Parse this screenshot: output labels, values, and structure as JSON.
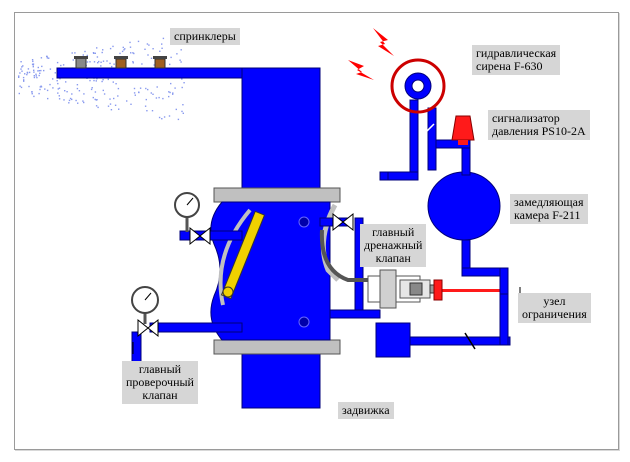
{
  "labels": {
    "sprinklers": "спринклеры",
    "siren": [
      "гидравлическая",
      "сирена F-630"
    ],
    "pressure_switch": [
      "сигнализатор",
      "давления PS10-2A"
    ],
    "retard_chamber": [
      "замедляющая",
      "камера F-211"
    ],
    "main_drain": [
      "главный",
      "дренажный",
      "клапан"
    ],
    "restriction": [
      "узел",
      "ограничения"
    ],
    "main_test": [
      "главный",
      "проверочный",
      "клапан"
    ],
    "gate_valve": "задвижка"
  },
  "colors": {
    "pipe_blue": "#0000ff",
    "pipe_outline": "#00007a",
    "flange_gray": "#c0c0c0",
    "siren_red": "#cc0000",
    "lightning_red": "#ff0000",
    "switch_red": "#ff1a1a",
    "clapper_yellow": "#f0d000",
    "label_bg": "#d6d6d6",
    "spray_blue": "#8899ee"
  },
  "icons": [
    "sprinkler-head-icon",
    "siren-icon",
    "lightning-icon",
    "pressure-switch-icon",
    "pressure-gauge-icon",
    "valve-icon",
    "clapper-icon",
    "check-valve-icon"
  ]
}
